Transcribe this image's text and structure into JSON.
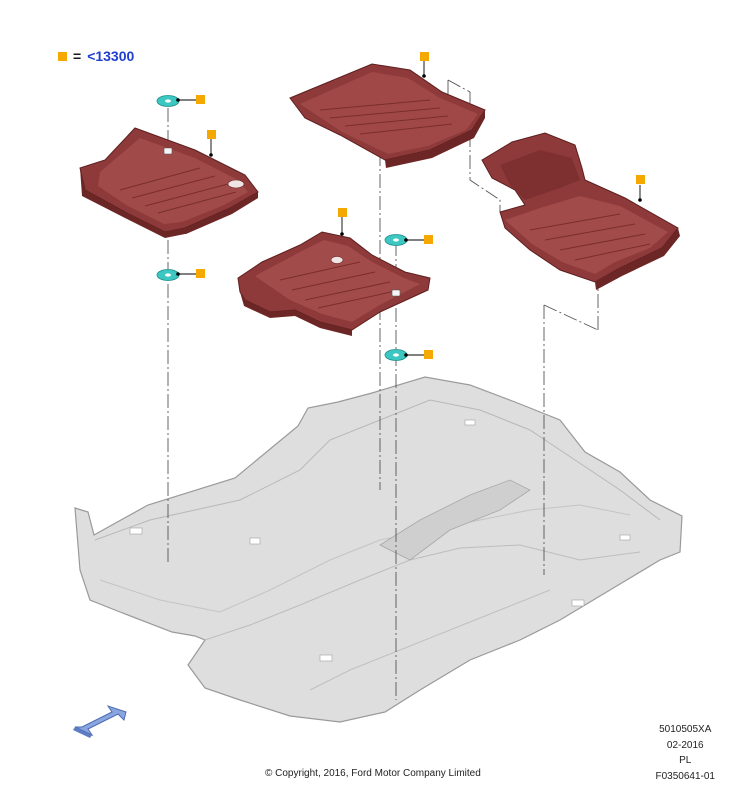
{
  "legend": {
    "equals": "=",
    "part_ref": "<13300",
    "marker_color": "#f5a800",
    "ref_color": "#1f3fcf"
  },
  "colors": {
    "mat": "#8e3a3a",
    "mat_light": "#a55050",
    "mat_dark": "#6d2626",
    "floor": "#dadada",
    "floor_edge": "#9a9a9a",
    "clip": "#3cc7c2",
    "arrow": "#8aa6e0"
  },
  "footer": {
    "copyright": "© Copyright, 2016, Ford Motor Company Limited",
    "codes": [
      "5010505XA",
      "02-2016",
      "PL",
      "F0350641-01"
    ]
  }
}
